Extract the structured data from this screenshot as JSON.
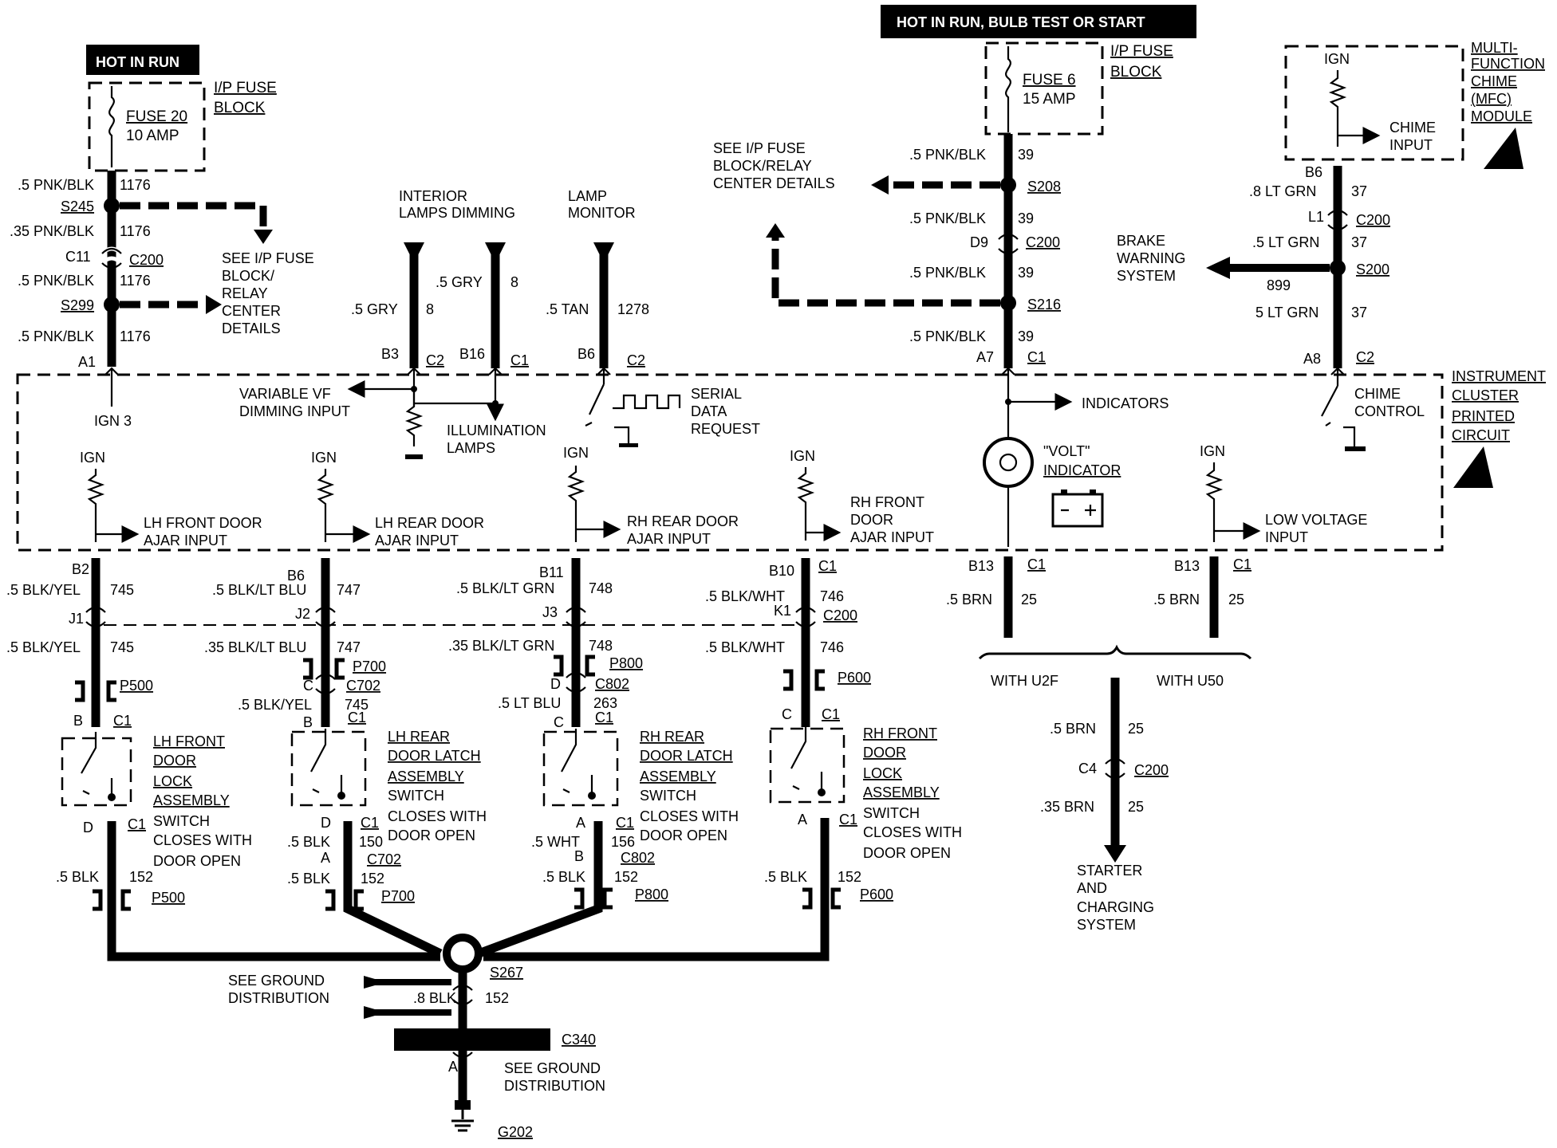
{
  "power_labels": {
    "hot_in_run": "HOT IN RUN",
    "hot_in_run_bulb": "HOT IN RUN, BULB TEST OR START"
  },
  "fuses": {
    "f20_name": "FUSE 20",
    "f20_amp": "10 AMP",
    "f6_name": "FUSE 6",
    "f6_amp": "15 AMP",
    "ip_fuse": "I/P FUSE",
    "block": "BLOCK"
  },
  "mfc": {
    "l1": "MULTI-",
    "l2": "FUNCTION",
    "l3": "CHIME",
    "l4": "(MFC)",
    "l5": "MODULE",
    "ign": "IGN",
    "chime_input_1": "CHIME",
    "chime_input_2": "INPUT"
  },
  "splices": {
    "s245": "S245",
    "s299": "S299",
    "s208": "S208",
    "s216": "S216",
    "s200": "S200",
    "s267": "S267"
  },
  "connectors": {
    "c200": "C200",
    "c1": "C1",
    "c2": "C2",
    "c702": "C702",
    "c802": "C802",
    "c340": "C340",
    "p500": "P500",
    "p700": "P700",
    "p800": "P800",
    "p600": "P600",
    "g202": "G202"
  },
  "pins": {
    "c11": "C11",
    "a1": "A1",
    "b3": "B3",
    "b16": "B16",
    "b6": "B6",
    "a7": "A7",
    "a8": "A8",
    "d9": "D9",
    "l1": "L1",
    "b2": "B2",
    "b11": "B11",
    "b10": "B10",
    "b13": "B13",
    "j1": "J1",
    "j2": "J2",
    "j3": "J3",
    "k1": "K1",
    "b": "B",
    "c": "C",
    "d": "D",
    "a": "A",
    "c4": "C4"
  },
  "wires": {
    "pnkblk5": ".5 PNK/BLK",
    "pnkblk35": ".35 PNK/BLK",
    "n1176": "1176",
    "n39": "39",
    "gry": ".5 GRY",
    "n8": "8",
    "tan": ".5 TAN",
    "n1278": "1278",
    "ltgrn8": ".8 LT GRN",
    "ltgrn5": ".5 LT GRN",
    "ltgrn5b": "5 LT GRN",
    "n37": "37",
    "n899": "899",
    "blkyel": ".5 BLK/YEL",
    "n745": "745",
    "blkltblu": ".5 BLK/LT BLU",
    "blkltblu35": ".35 BLK/LT BLU",
    "n747": "747",
    "blkltgrn": ".5 BLK/LT GRN",
    "blkltgrn35": ".35 BLK/LT GRN",
    "n748": "748",
    "blkwht": ".5 BLK/WHT",
    "n746": "746",
    "blkyel_short": ".5 BLK/YEL",
    "ltblu": ".5 LT BLU",
    "n263": "263",
    "blk": ".5 BLK",
    "n152": "152",
    "n150": "150",
    "wht": ".5 WHT",
    "n156": "156",
    "blk8": ".8 BLK",
    "brn": ".5 BRN",
    "brn35": ".35 BRN",
    "n25": "25"
  },
  "notes": {
    "see_ip_1": "SEE I/P FUSE",
    "see_ip_2": "BLOCK/",
    "see_ip_3": "RELAY",
    "see_ip_4": "CENTER",
    "see_ip_5": "DETAILS",
    "see_ip_top_1": "SEE I/P FUSE",
    "see_ip_top_2": "BLOCK/RELAY",
    "see_ip_top_3": "CENTER DETAILS",
    "interior_1": "INTERIOR",
    "interior_2": "LAMPS DIMMING",
    "lamp_1": "LAMP",
    "lamp_2": "MONITOR",
    "brake_1": "BRAKE",
    "brake_2": "WARNING",
    "brake_3": "SYSTEM",
    "ign3": "IGN 3",
    "vf_1": "VARIABLE VF",
    "vf_2": "DIMMING INPUT",
    "illum_1": "ILLUMINATION",
    "illum_2": "LAMPS",
    "serial_1": "SERIAL",
    "serial_2": "DATA",
    "serial_3": "REQUEST",
    "indicators": "INDICATORS",
    "volt_1": "\"VOLT\"",
    "volt_2": "INDICATOR",
    "chime_ctrl_1": "CHIME",
    "chime_ctrl_2": "CONTROL",
    "ic_1": "INSTRUMENT",
    "ic_2": "CLUSTER",
    "ic_3": "PRINTED",
    "ic_4": "CIRCUIT",
    "ign": "IGN",
    "lhf_1": "LH FRONT DOOR",
    "lhf_2": "AJAR INPUT",
    "lhr_1": "LH REAR DOOR",
    "lhr_2": "AJAR INPUT",
    "rhr_1": "RH REAR DOOR",
    "rhr_2": "AJAR INPUT",
    "rhf_1": "RH FRONT",
    "rhf_2": "DOOR",
    "rhf_3": "AJAR INPUT",
    "lowv_1": "LOW VOLTAGE",
    "lowv_2": "INPUT",
    "with_u2f": "WITH U2F",
    "with_u50": "WITH U50",
    "lhfl_1": "LH FRONT",
    "lhfl_2": "DOOR",
    "lhfl_3": "LOCK",
    "lhfl_4": "ASSEMBLY",
    "lhfl_5": "SWITCH",
    "lhfl_6": "CLOSES WITH",
    "lhfl_7": "DOOR OPEN",
    "lhrl_1": "LH REAR",
    "lhrl_2": "DOOR LATCH",
    "lhrl_3": "ASSEMBLY",
    "lhrl_4": "SWITCH",
    "lhrl_5": "CLOSES WITH",
    "lhrl_6": "DOOR OPEN",
    "rhrl_1": "RH REAR",
    "rhrl_2": "DOOR LATCH",
    "rhrl_3": "ASSEMBLY",
    "rhrl_4": "SWITCH",
    "rhrl_5": "CLOSES WITH",
    "rhrl_6": "DOOR OPEN",
    "rhfl_1": "RH FRONT",
    "rhfl_2": "DOOR",
    "rhfl_3": "LOCK",
    "rhfl_4": "ASSEMBLY",
    "rhfl_5": "SWITCH",
    "rhfl_6": "CLOSES WITH",
    "rhfl_7": "DOOR OPEN",
    "starter_1": "STARTER",
    "starter_2": "AND",
    "starter_3": "CHARGING",
    "starter_4": "SYSTEM",
    "see_ground_1": "SEE GROUND",
    "see_ground_2": "DISTRIBUTION"
  }
}
